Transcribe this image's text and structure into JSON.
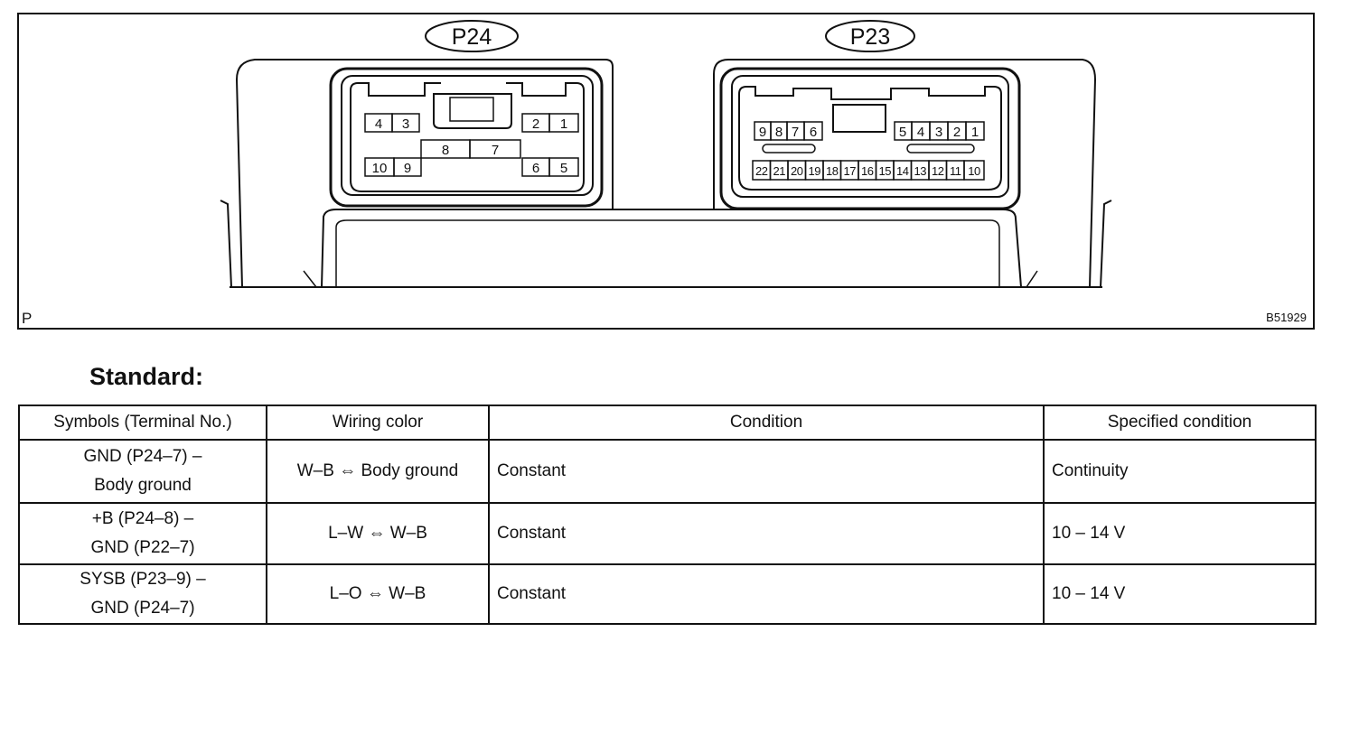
{
  "figure": {
    "connectors": [
      {
        "label": "P24",
        "pins": [
          "4",
          "3",
          "2",
          "1",
          "8",
          "7",
          "10",
          "9",
          "6",
          "5"
        ]
      },
      {
        "label": "P23",
        "pins_top": [
          "9",
          "8",
          "7",
          "6",
          "5",
          "4",
          "3",
          "2",
          "1"
        ],
        "pins_bottom": [
          "22",
          "21",
          "20",
          "19",
          "18",
          "17",
          "16",
          "15",
          "14",
          "13",
          "12",
          "11",
          "10"
        ]
      }
    ],
    "corner_letter": "P",
    "figure_id": "B51929"
  },
  "standard": {
    "heading": "Standard:",
    "columns": [
      "Symbols (Terminal No.)",
      "Wiring color",
      "Condition",
      "Specified condition"
    ],
    "rows": [
      {
        "symbol_line1": "GND (P24–7) –",
        "symbol_line2": "Body ground",
        "wiring": "W–B ⇔ Body ground",
        "condition": "Constant",
        "specified": "Continuity"
      },
      {
        "symbol_line1": "+B (P24–8) –",
        "symbol_line2": "GND (P22–7)",
        "wiring": "L–W ⇔ W–B",
        "condition": "Constant",
        "specified": "10 – 14 V"
      },
      {
        "symbol_line1": "SYSB (P23–9) –",
        "symbol_line2": "GND (P24–7)",
        "wiring": "L–O ⇔ W–B",
        "condition": "Constant",
        "specified": "10 – 14 V"
      }
    ]
  }
}
